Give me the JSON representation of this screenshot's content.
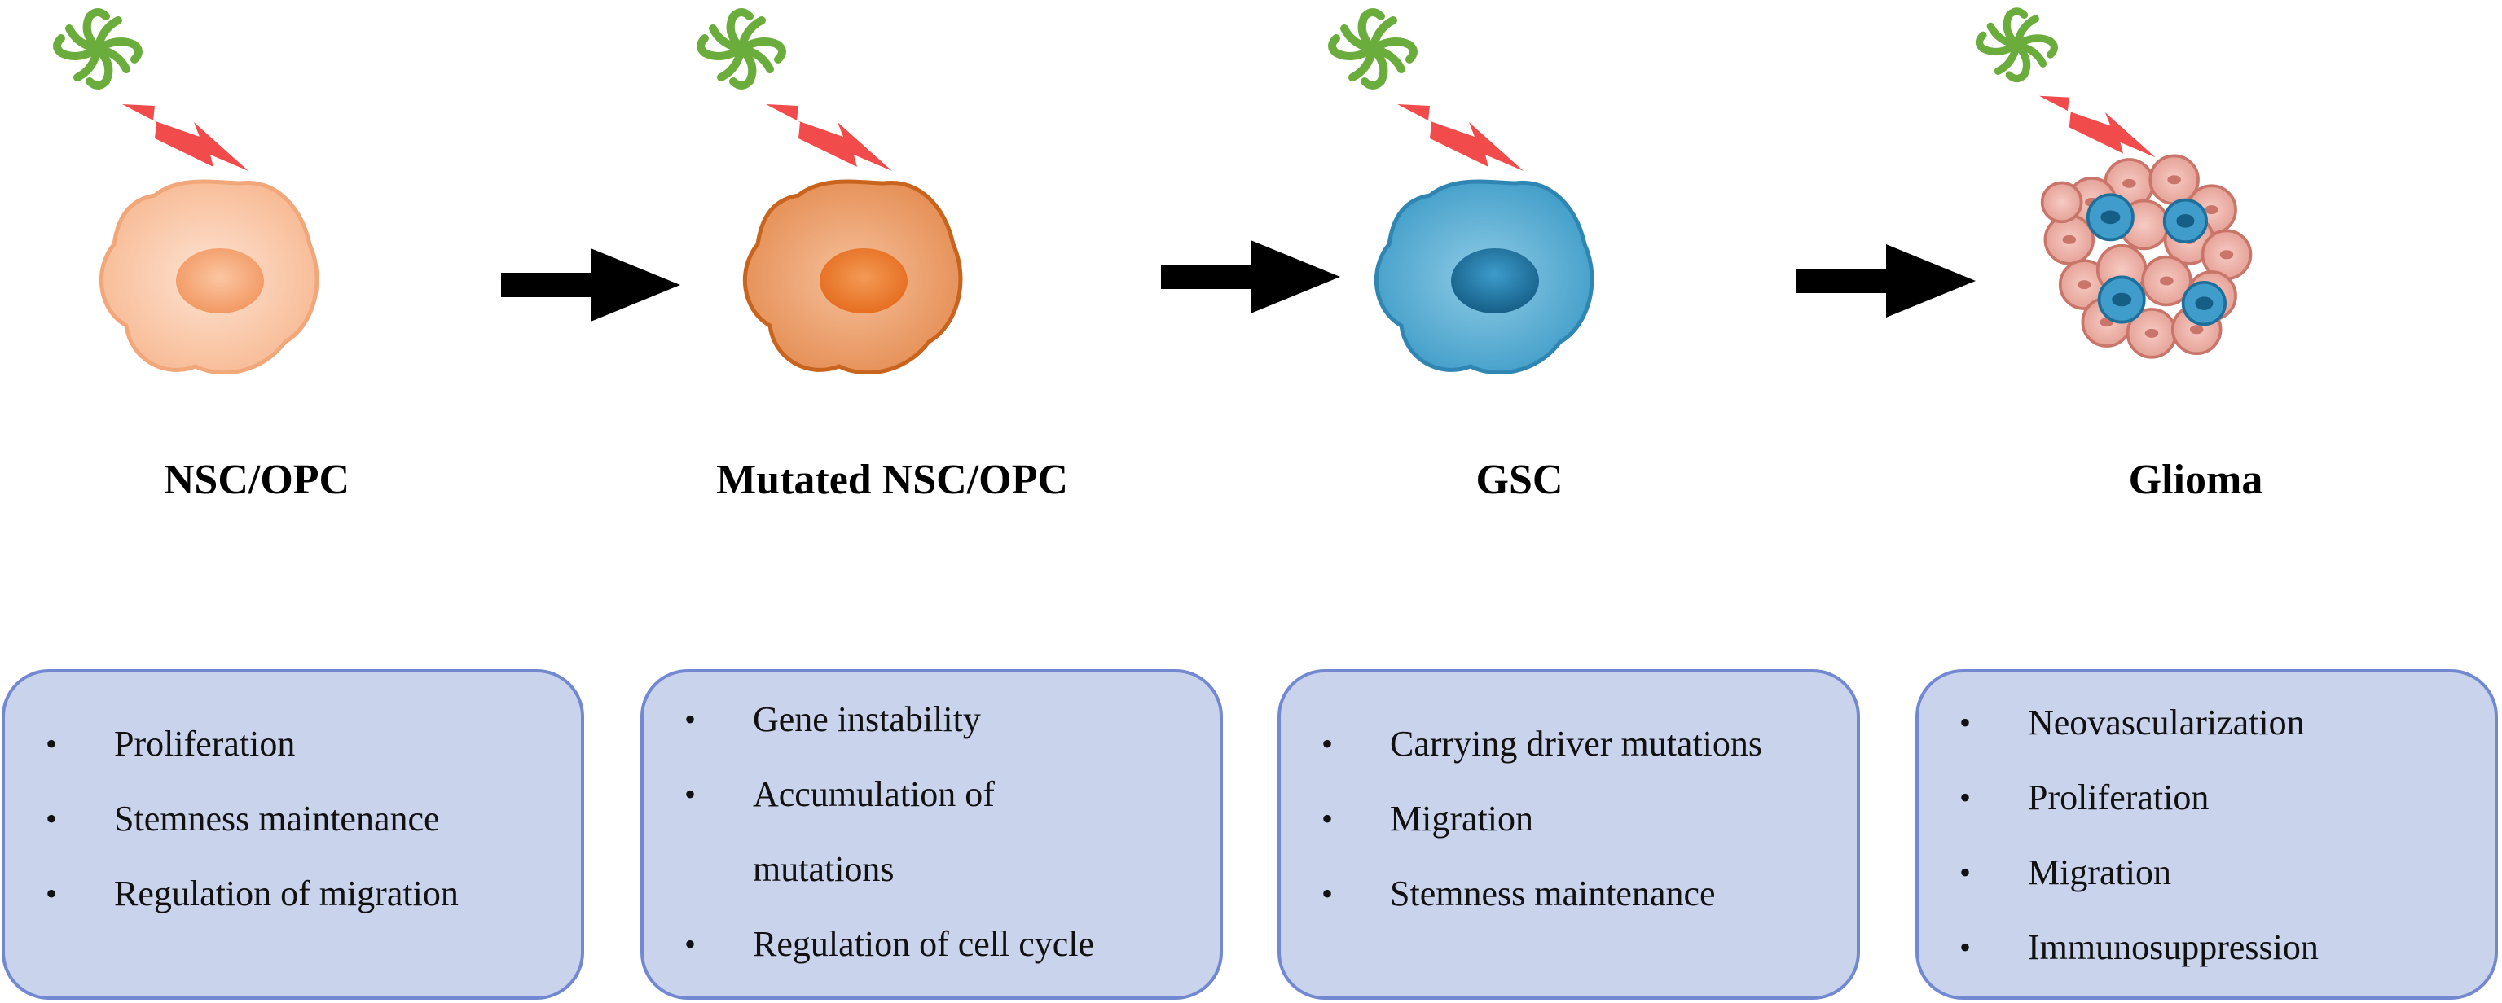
{
  "stages": [
    {
      "label": "NSC/OPC",
      "cell": "normal-cell",
      "colors": {
        "fill": "#f8bc97",
        "edge": "#f2a77a",
        "nucleus": "#f29a66"
      }
    },
    {
      "label": "Mutated NSC/OPC",
      "cell": "mutated-cell",
      "colors": {
        "fill": "#e8955f",
        "edge": "#c8641e",
        "nucleus": "#e86f22"
      }
    },
    {
      "label": "GSC",
      "cell": "stem-cell",
      "colors": {
        "fill": "#4ea3cc",
        "edge": "#2f86b3",
        "nucleus": "#1c6f9b"
      }
    },
    {
      "label": "Glioma",
      "cell": "tumor-cluster",
      "colors": {
        "fill": "#e9aaa0",
        "edge": "#c9756a",
        "nucleus": "#2f8fc0"
      }
    }
  ],
  "features": [
    [
      "Proliferation",
      "Stemness maintenance",
      "Regulation of migration"
    ],
    [
      "Gene instability",
      "Accumulation of mutations",
      "Regulation of cell cycle"
    ],
    [
      "Carrying driver mutations",
      "Migration",
      "Stemness maintenance"
    ],
    [
      "Neovascularization",
      "Proliferation",
      "Migration",
      "Immunosuppression"
    ]
  ],
  "icons": {
    "virus": "virus-icon",
    "lightning": "lightning-bolt-icon",
    "arrow": "right-arrow-icon"
  },
  "palette": {
    "virus": "#6aad3c",
    "bolt": "#f24b4b",
    "arrow": "#000000",
    "box_fill": "#c9d3ec",
    "box_border": "#7289d2"
  }
}
